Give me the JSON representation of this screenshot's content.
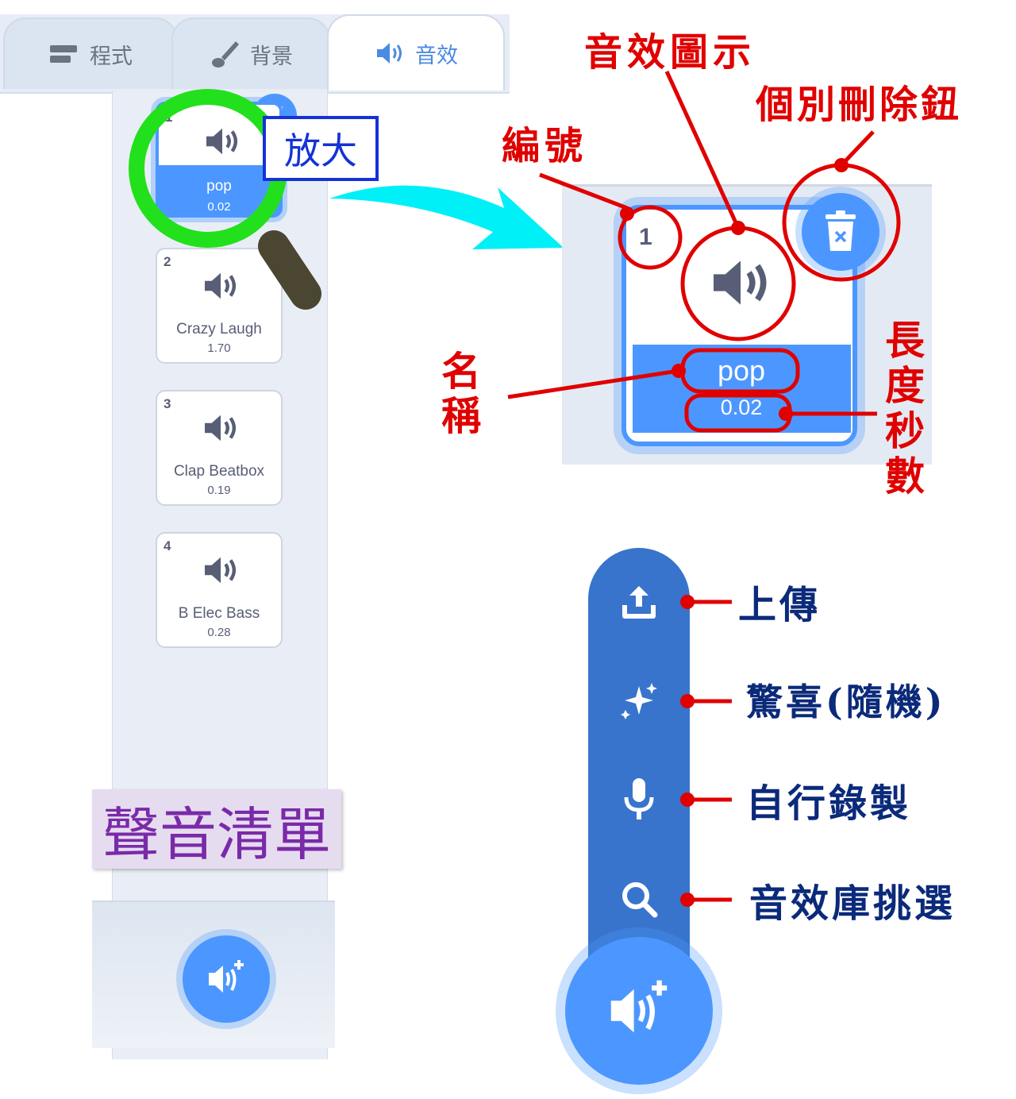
{
  "tabs": [
    {
      "label": "程式",
      "icon": "code-blocks-icon"
    },
    {
      "label": "背景",
      "icon": "paint-brush-icon"
    },
    {
      "label": "音效",
      "icon": "speaker-icon",
      "active": true
    }
  ],
  "sounds": [
    {
      "number": "1",
      "name": "pop",
      "duration": "0.02",
      "selected": true
    },
    {
      "number": "2",
      "name": "Crazy Laugh",
      "duration": "1.70"
    },
    {
      "number": "3",
      "name": "Clap Beatbox",
      "duration": "0.19"
    },
    {
      "number": "4",
      "name": "B Elec Bass",
      "duration": "0.28"
    }
  ],
  "zoom_label": "放大",
  "list_label": "聲音清單",
  "annotations": {
    "sound_icon": "音效圖示",
    "delete_button": "個別刪除鈕",
    "number": "編號",
    "name_chars": [
      "名",
      "稱"
    ],
    "duration_chars": [
      "長",
      "度",
      "秒",
      "數"
    ]
  },
  "enlarged_card": {
    "number": "1",
    "name": "pop",
    "duration": "0.02"
  },
  "menu_items": [
    {
      "label": "上傳",
      "icon": "upload-icon"
    },
    {
      "label": "驚喜(隨機)",
      "icon": "surprise-sparkle-icon"
    },
    {
      "label": "自行錄製",
      "icon": "microphone-icon"
    },
    {
      "label": "音效庫挑選",
      "icon": "search-icon"
    }
  ],
  "colors": {
    "accent": "#4c97ff",
    "menu": "#3874cc",
    "annotation": "#e00000",
    "label_dark_blue": "#0b2a7a",
    "list_label_purple": "#7a2aa8",
    "magnifier_green": "#22e01b"
  }
}
